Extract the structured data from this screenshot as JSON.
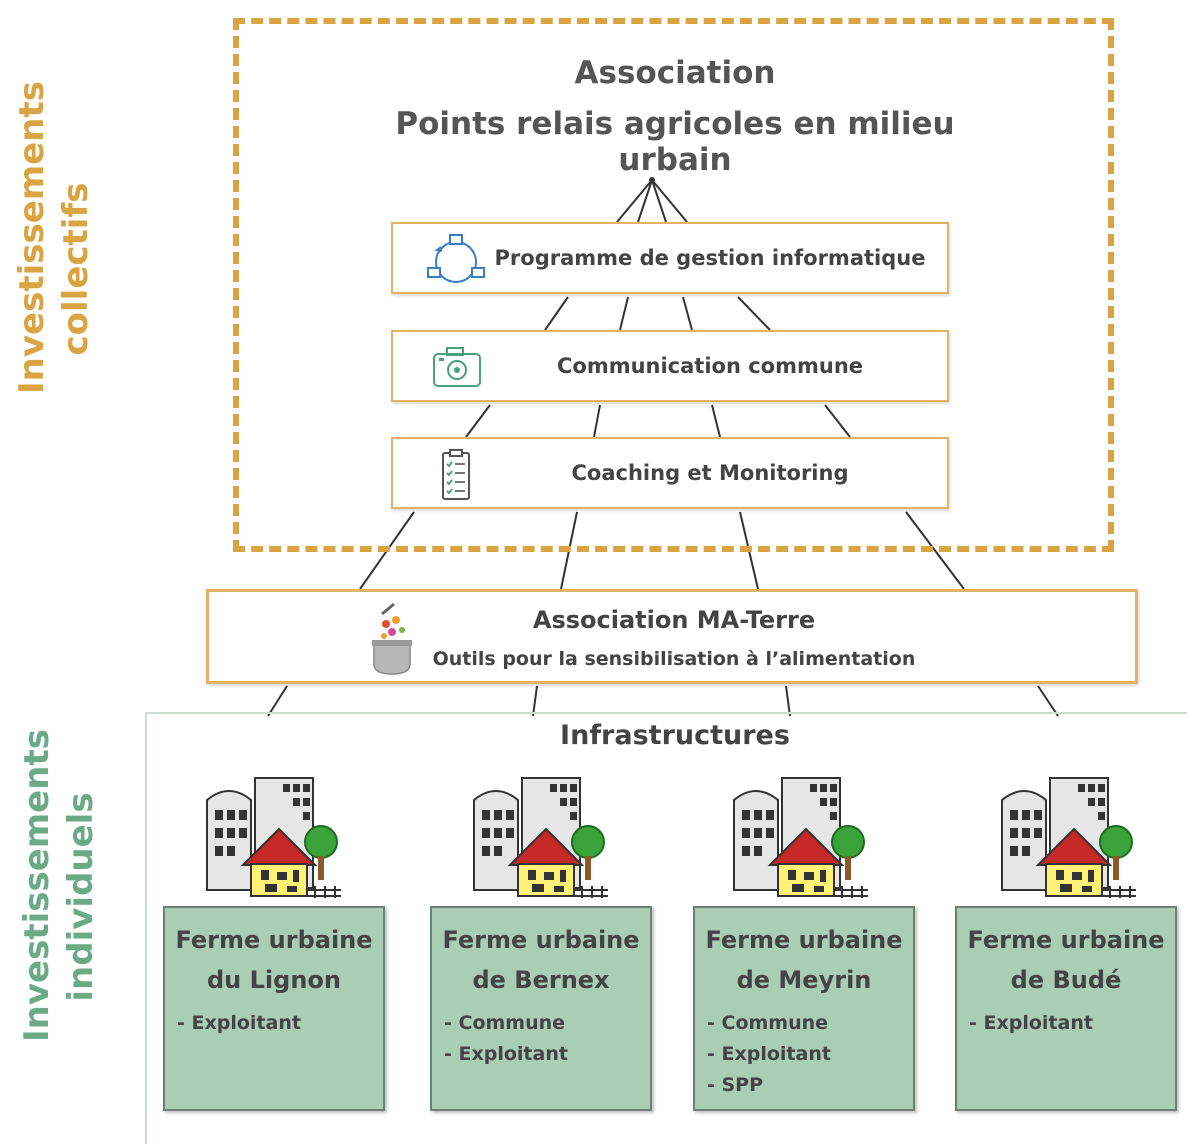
{
  "side_labels": {
    "collectifs": [
      "Investissements",
      "collectifs"
    ],
    "individuels": [
      "Investissements",
      "individuels"
    ]
  },
  "association": {
    "line1": "Association",
    "line2": "Points relais agricoles en milieu urbain"
  },
  "tools": [
    {
      "label": "Programme de gestion informatique",
      "icon": "network-cycle-icon"
    },
    {
      "label": "Communication commune",
      "icon": "camera-icon"
    },
    {
      "label": "Coaching et Monitoring",
      "icon": "checklist-icon"
    }
  ],
  "ma_terre": {
    "title": "Association MA-Terre",
    "subtitle": "Outils pour la sensibilisation à l’alimentation",
    "icon": "mortar-food-icon"
  },
  "infrastructures": {
    "title": "Infrastructures",
    "farms": [
      {
        "name": [
          "Ferme urbaine",
          "du Lignon"
        ],
        "items": [
          "- Exploitant"
        ],
        "icon": "urban-farm-icon"
      },
      {
        "name": [
          "Ferme urbaine",
          "de Bernex"
        ],
        "items": [
          "- Commune",
          "- Exploitant"
        ],
        "icon": "urban-farm-icon"
      },
      {
        "name": [
          "Ferme urbaine",
          "de Meyrin"
        ],
        "items": [
          "- Commune",
          "- Exploitant",
          "- SPP"
        ],
        "icon": "urban-farm-icon"
      },
      {
        "name": [
          "Ferme urbaine",
          "de Budé"
        ],
        "items": [
          "- Exploitant"
        ],
        "icon": "urban-farm-icon"
      }
    ]
  },
  "colors": {
    "collective": "#d9a441",
    "individual": "#6aaa86",
    "farm_fill": "#a9cdb5"
  }
}
